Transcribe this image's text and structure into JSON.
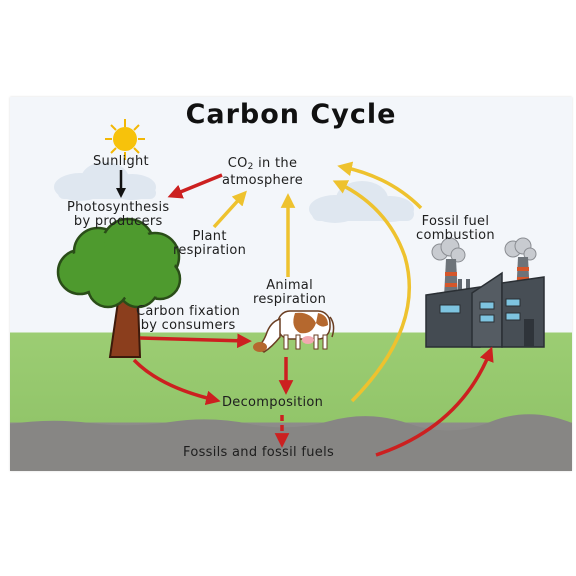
{
  "title": "Carbon Cycle",
  "labels": {
    "sunlight": "Sunlight",
    "co2_prefix": "CO",
    "co2_subscript": "2",
    "co2_line1_suffix": " in the",
    "co2_line2": "atmosphere",
    "photosynthesis_line1": "Photosynthesis",
    "photosynthesis_line2": "by producers",
    "plant_resp_line1": "Plant",
    "plant_resp_line2": "respiration",
    "animal_resp_line1": "Animal",
    "animal_resp_line2": "respiration",
    "carbon_fix_line1": "Carbon fixation",
    "carbon_fix_line2": "by consumers",
    "fossil_comb_line1": "Fossil fuel",
    "fossil_comb_line2": "combustion",
    "decomposition": "Decomposition",
    "fossils": "Fossils and fossil fuels"
  },
  "colors": {
    "red_arrow": "#cc2020",
    "yellow_arrow": "#eec22e",
    "sky": "#f3f6fa",
    "grass": "#9ccd73",
    "soil": "#868583"
  }
}
